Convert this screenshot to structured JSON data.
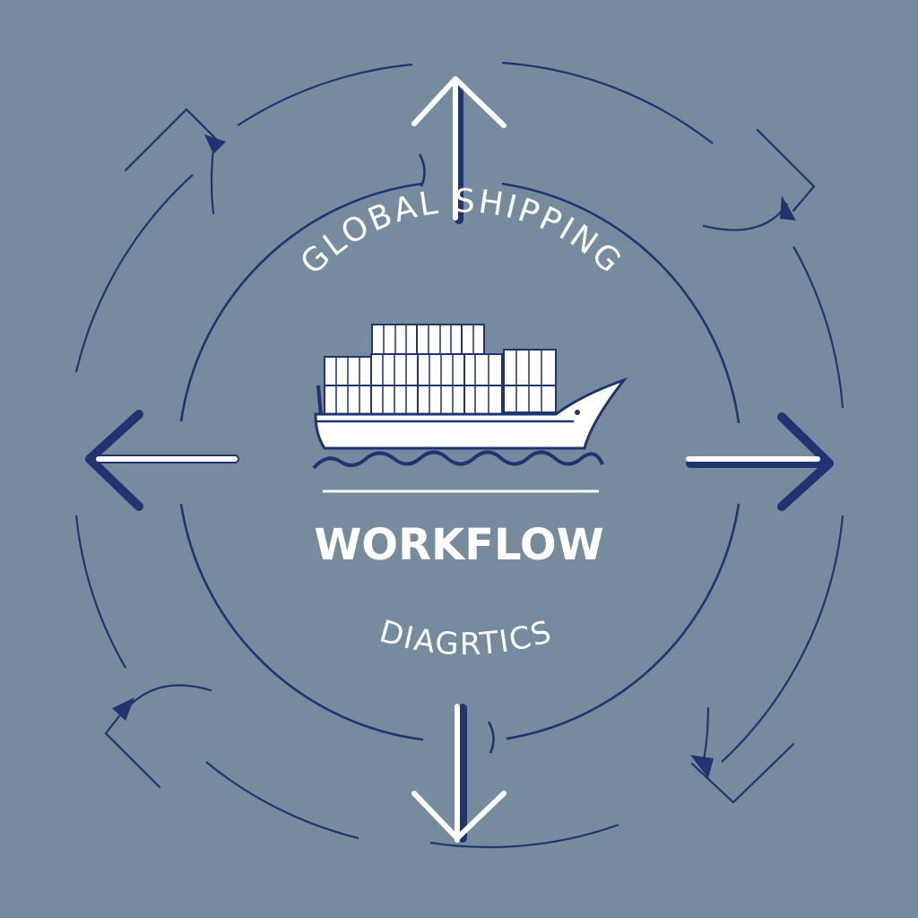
{
  "diagram": {
    "title_arc": "GLOBAL SHIPPING",
    "main_label": "WORKFLOW",
    "sub_label": "DIAGRTICS",
    "colors": {
      "background": "#768b9e",
      "navy": "#1f3470",
      "white": "#ffffff"
    },
    "icons": [
      "container-ship-icon",
      "arrow-up-icon",
      "arrow-down-icon",
      "arrow-left-icon",
      "arrow-right-icon",
      "cycle-arrow-icon"
    ]
  }
}
